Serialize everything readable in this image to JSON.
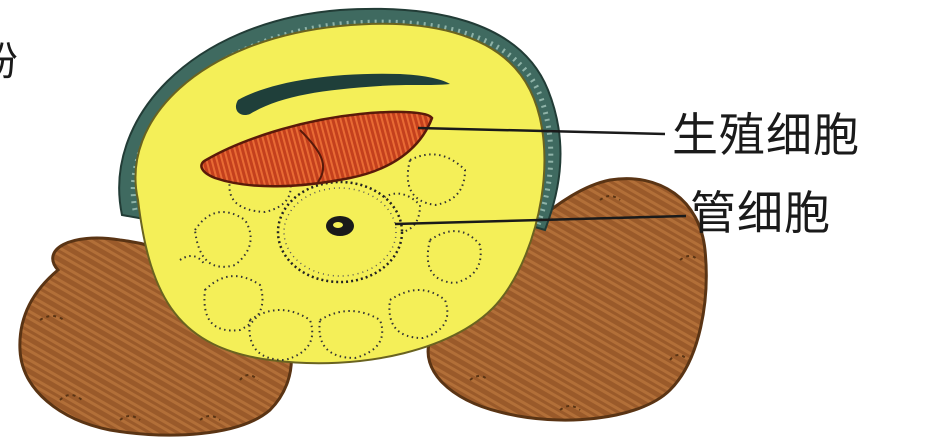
{
  "figure": {
    "labels": {
      "generative_cell": "生殖细胞",
      "tube_cell": "管细胞"
    },
    "cropped_edge_text": "粉",
    "colors": {
      "exine": "#3f6a60",
      "exine_hatch": "#2b4a43",
      "cytoplasm": "#f4ef58",
      "generative_cell": "#b83a1c",
      "generative_cell_stripes": "#e05a2a",
      "air_sacs": "#9a5a2a",
      "air_sac_highlight": "#c98448",
      "leader_line": "#1a1a1a",
      "dotted_cells": "#333333"
    }
  }
}
